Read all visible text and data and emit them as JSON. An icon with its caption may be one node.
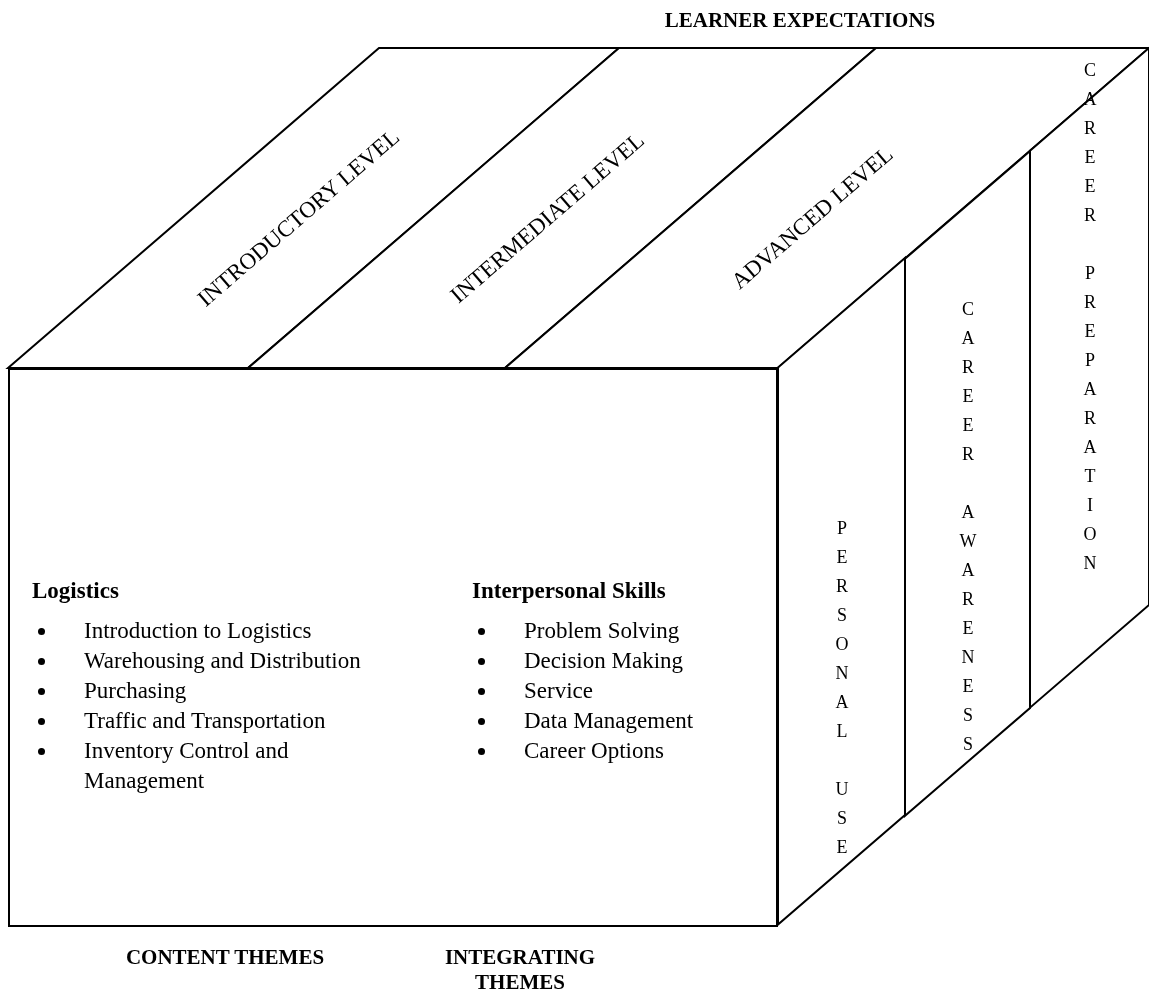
{
  "diagram": {
    "nodes": [
      {
        "text": [
          "INTRODUCTORY LEVEL"
        ]
      },
      {
        "text": [
          "INTERMEDIATE LEVEL"
        ]
      },
      {
        "text": [
          "ADVANCED LEVEL"
        ]
      },
      {
        "text": [
          "Logistics",
          "Introduction to Logistics",
          "Warehousing and Distribution",
          "Purchasing",
          "Traffic and Transportation",
          "Inventory Control and Management"
        ]
      },
      {
        "text": [
          "Interpersonal Skills",
          "Problem Solving",
          "Decision Making",
          "Service",
          "Data Management",
          "Career Options"
        ]
      },
      {
        "text": [
          "PERSONAL USE"
        ]
      },
      {
        "text": [
          "CAREER AWARENESS"
        ]
      },
      {
        "text": [
          "CAREER PREPARATION"
        ]
      }
    ],
    "edges": [],
    "labels": [
      "LEARNER EXPECTATIONS",
      "CONTENT THEMES",
      "INTEGRATING THEMES"
    ]
  }
}
